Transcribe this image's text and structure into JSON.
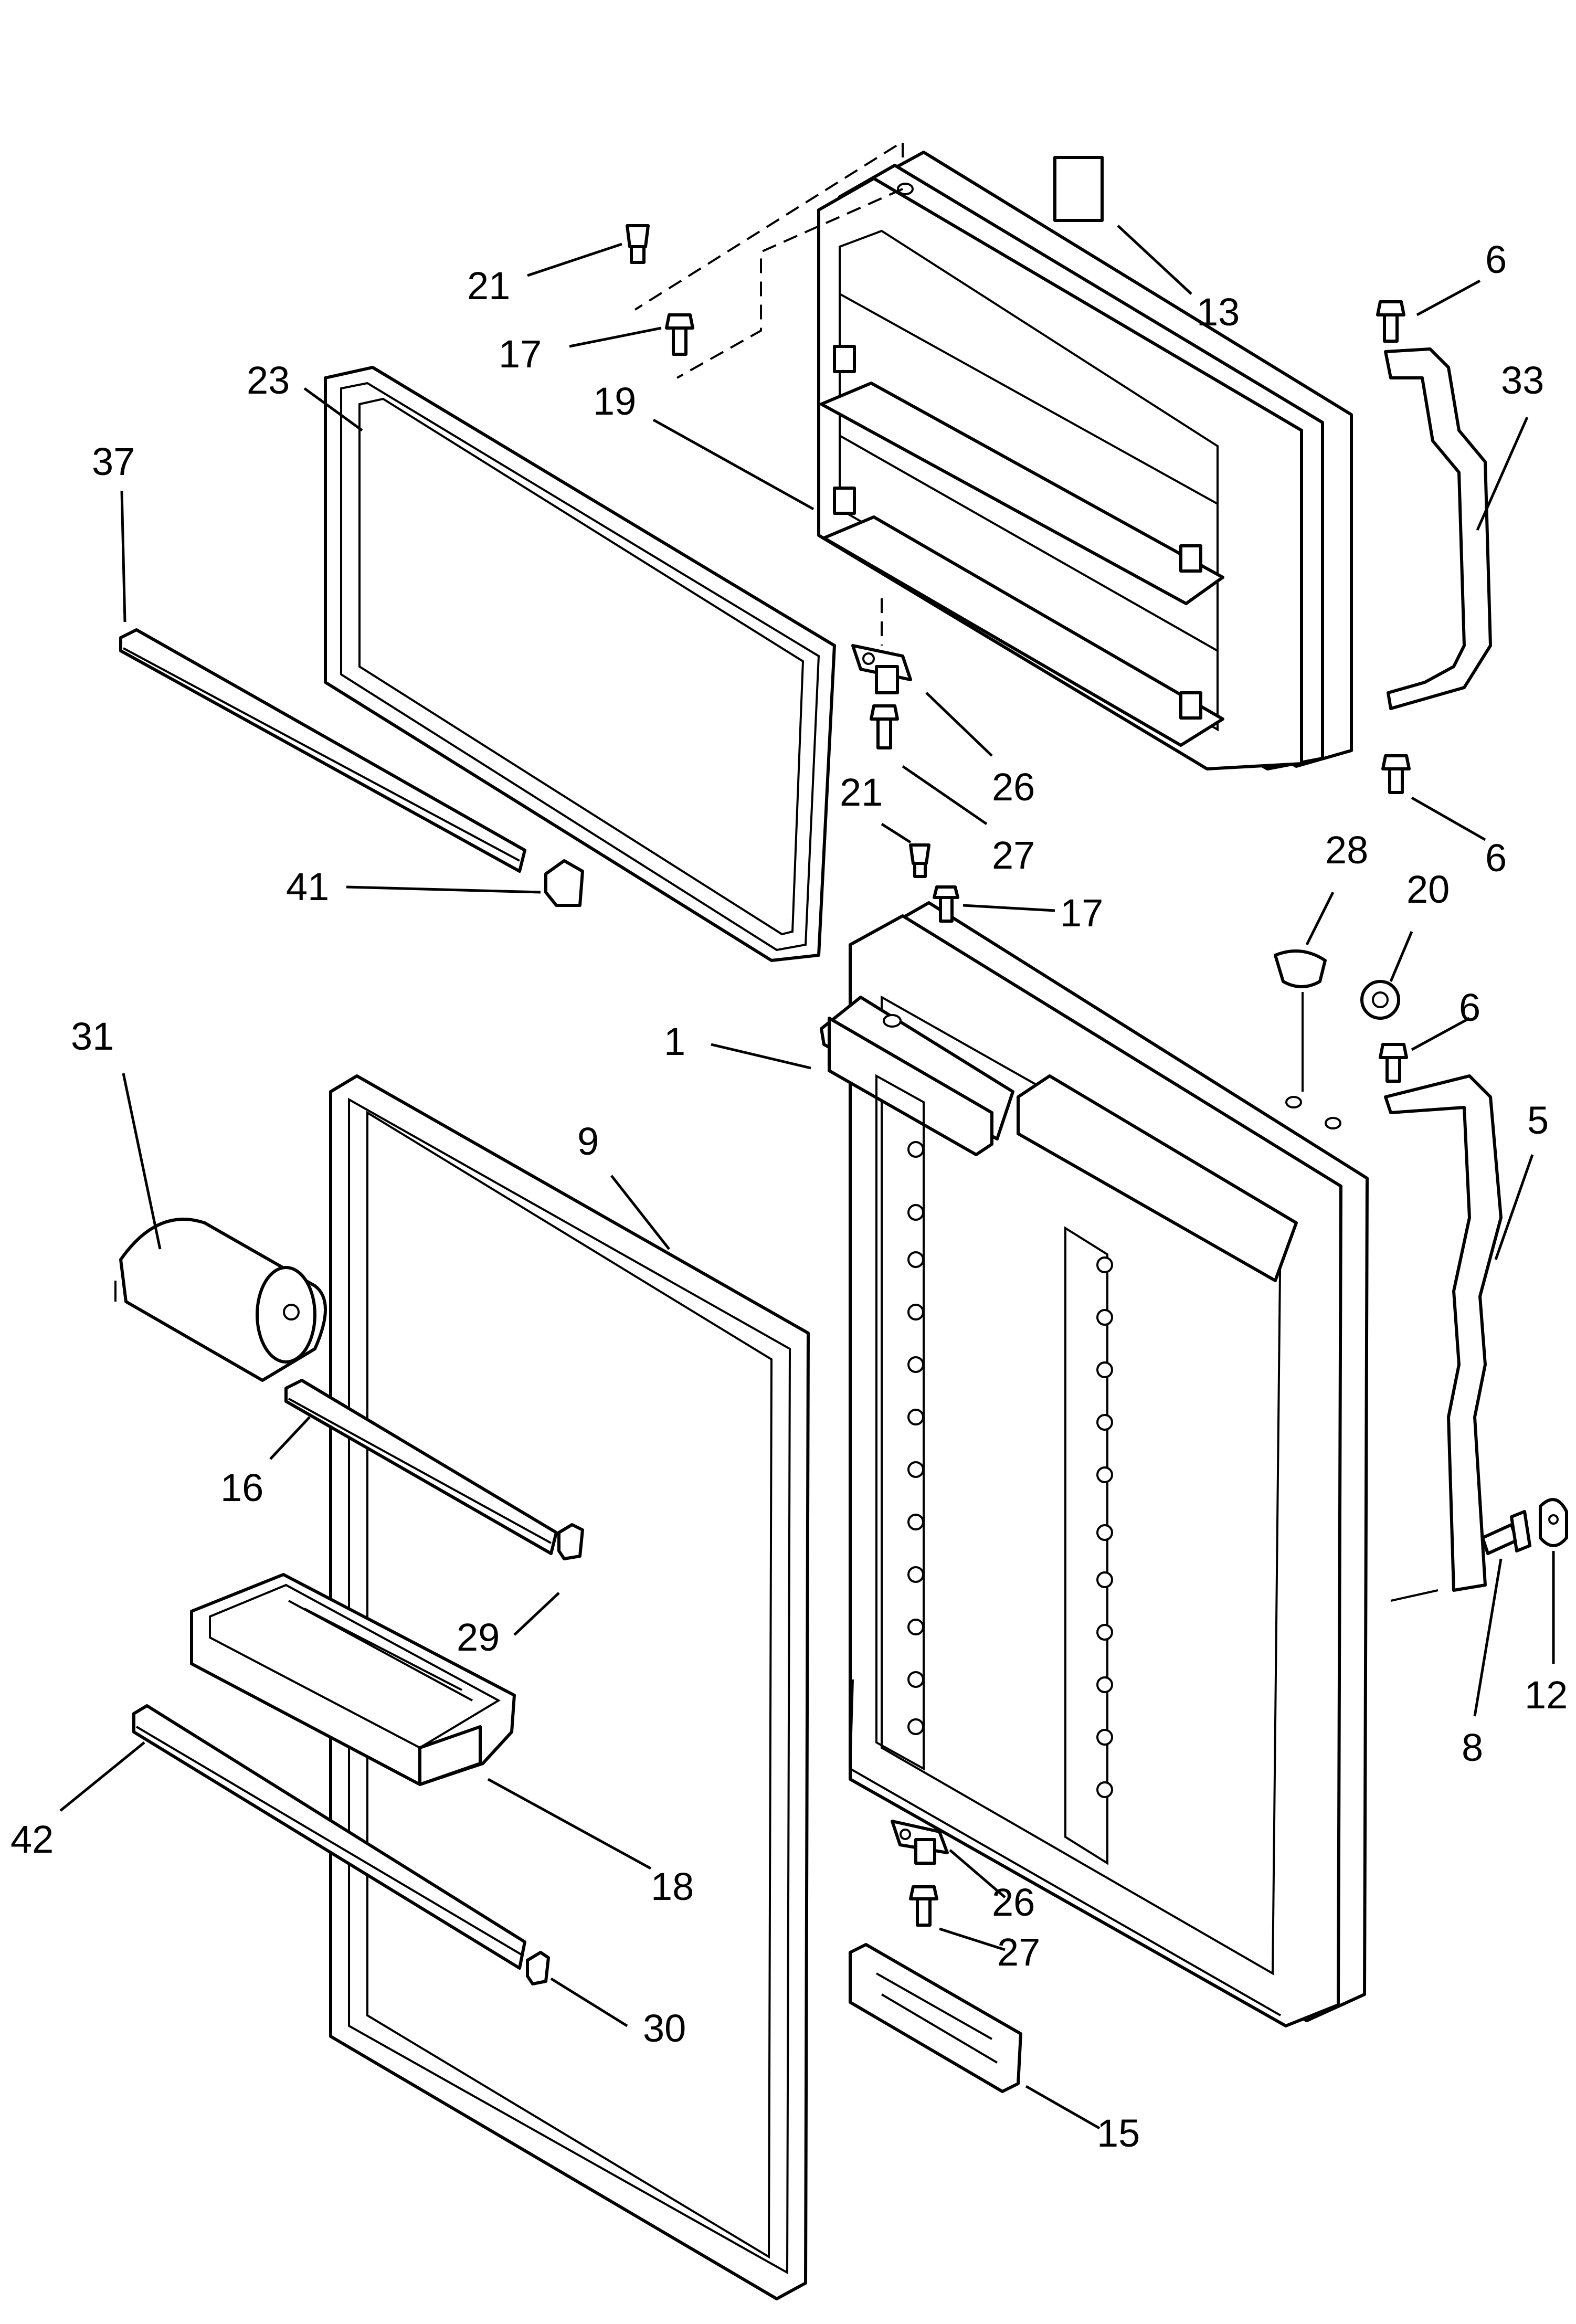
{
  "callouts": [
    {
      "id": "21a",
      "label": "21"
    },
    {
      "id": "17a",
      "label": "17"
    },
    {
      "id": "13",
      "label": "13"
    },
    {
      "id": "6a",
      "label": "6"
    },
    {
      "id": "23",
      "label": "23"
    },
    {
      "id": "33",
      "label": "33"
    },
    {
      "id": "37",
      "label": "37"
    },
    {
      "id": "19",
      "label": "19"
    },
    {
      "id": "26a",
      "label": "26"
    },
    {
      "id": "21b",
      "label": "21"
    },
    {
      "id": "27a",
      "label": "27"
    },
    {
      "id": "6b",
      "label": "6"
    },
    {
      "id": "41",
      "label": "41"
    },
    {
      "id": "17b",
      "label": "17"
    },
    {
      "id": "28",
      "label": "28"
    },
    {
      "id": "20",
      "label": "20"
    },
    {
      "id": "31",
      "label": "31"
    },
    {
      "id": "1",
      "label": "1"
    },
    {
      "id": "6c",
      "label": "6"
    },
    {
      "id": "9",
      "label": "9"
    },
    {
      "id": "5",
      "label": "5"
    },
    {
      "id": "16",
      "label": "16"
    },
    {
      "id": "29",
      "label": "29"
    },
    {
      "id": "8",
      "label": "8"
    },
    {
      "id": "12",
      "label": "12"
    },
    {
      "id": "42",
      "label": "42"
    },
    {
      "id": "18",
      "label": "18"
    },
    {
      "id": "26b",
      "label": "26"
    },
    {
      "id": "27b",
      "label": "27"
    },
    {
      "id": "30",
      "label": "30"
    },
    {
      "id": "15",
      "label": "15"
    }
  ]
}
